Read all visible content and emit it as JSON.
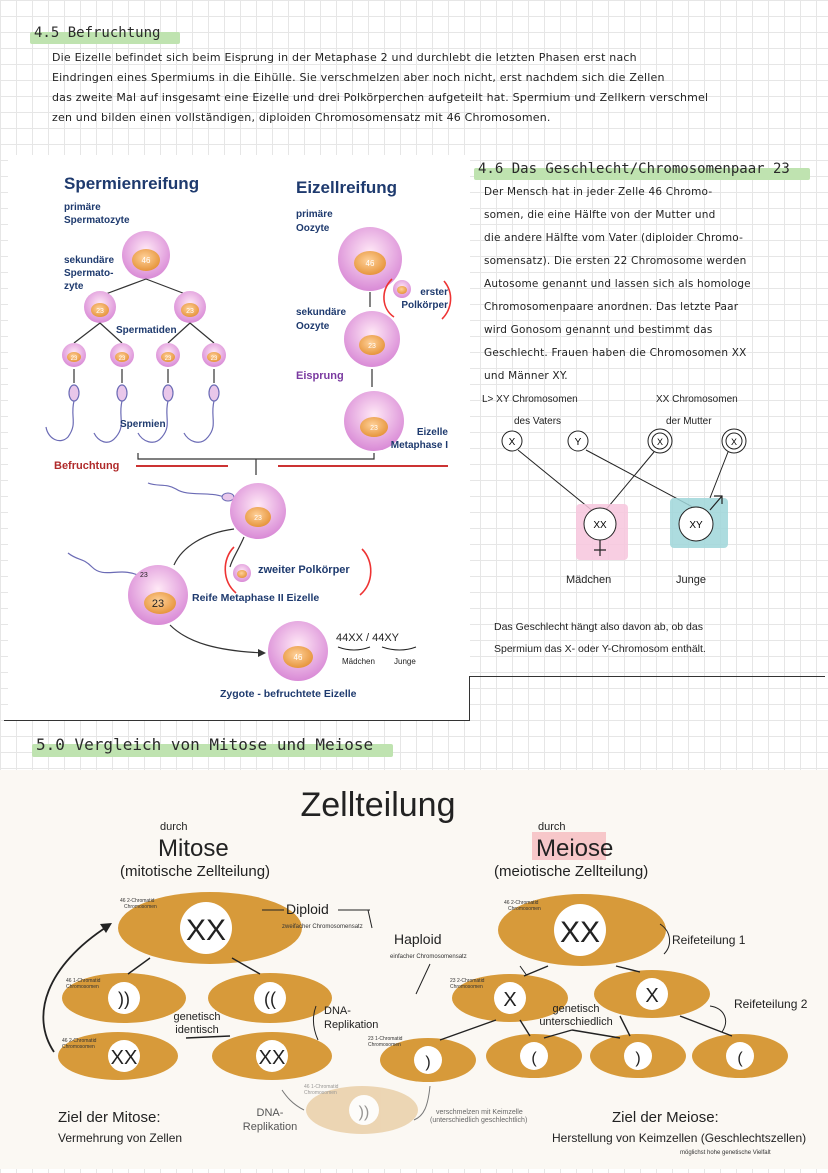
{
  "sec45": {
    "heading": "4.5 Befruchtung",
    "lines": [
      "Die Eizelle befindet sich beim Eisprung in der Metaphase 2 und durchlebt die letzten Phasen erst nach",
      "Eindringen eines Spermiums in die Eihülle. Sie verschmelzen aber noch nicht, erst nachdem sich die Zellen",
      "das zweite Mal auf insgesamt eine Eizelle und drei Polkörperchen aufgeteilt hat. Spermium und Zellkern verschmel",
      "zen und bilden einen vollständigen, diploiden Chromosomensatz mit 46 Chromosomen."
    ]
  },
  "fig1": {
    "sperm_title": "Spermienreifung",
    "egg_title": "Eizellreifung",
    "primary_sperm": [
      "primäre",
      "Spermatozyte"
    ],
    "secondary_sperm": [
      "sekundäre",
      "Spermato-",
      "zyte"
    ],
    "spermatids": "Spermatiden",
    "sperms": "Spermien",
    "primary_egg": [
      "primäre",
      "Oozyte"
    ],
    "first_polar": [
      "erster",
      "Polkörper"
    ],
    "secondary_egg": [
      "sekundäre",
      "Oozyte"
    ],
    "ovulation": "Eisprung",
    "egg_meta": [
      "Eizelle",
      "Metaphase I"
    ],
    "fertilization": "Befruchtung",
    "second_polar": "zweiter Polkörper",
    "mature_egg": "Reife Metaphase II Eizelle",
    "zygote": "Zygote - befruchtete Eizelle",
    "n46": "46",
    "n23": "23",
    "note_karyo": "44XX / 44XY",
    "note_girl": "Mädchen",
    "note_boy": "Junge"
  },
  "sec46": {
    "heading": "4.6 Das Geschlecht/Chromosomenpaar 23",
    "lines": [
      "Der Mensch hat in jeder Zelle 46 Chromo-",
      "somen, die eine Hälfte von der Mutter und",
      "die andere Hälfte vom Vater (diploider Chromo-",
      "somensatz). Die ersten 22 Chromosome werden",
      "Autosome genannt und lassen sich als homologe",
      "Chromosomenpaare anordnen. Das letzte Paar",
      "wird Gonosom genannt und bestimmt das",
      "Geschlecht. Frauen haben die Chromosomen XX",
      "und Männer XY."
    ],
    "xy_label": "L> XY Chromosomen",
    "of_father": "des Vaters",
    "xx_label": "XX Chromosomen",
    "of_mother": "der Mutter",
    "x": "X",
    "y": "Y",
    "girl_geno": "XX",
    "boy_geno": "XY",
    "girl": "Mädchen",
    "boy": "Junge",
    "summary": [
      "Das Geschlecht hängt also davon ab, ob das",
      "Spermium das X- oder Y-Chromosom enthält."
    ],
    "colors": {
      "girl": "#f7c6dd",
      "boy": "#9fd6d9"
    }
  },
  "sec50": {
    "heading": "5.0 Vergleich von Mitose und Meiose"
  },
  "fig2": {
    "title": "Zellteilung",
    "durch": "durch",
    "mitosis": "Mitose",
    "mitosis_sub": "(mitotische Zellteilung)",
    "meiosis": "Meiose",
    "meiosis_sub": "(meiotische Zellteilung)",
    "diploid": "Diploid",
    "diploid_sub": "zweifacher Chromosomensatz",
    "haploid": "Haploid",
    "haploid_sub": "einfacher Chromosomensatz",
    "genetic_identical": [
      "genetisch",
      "identisch"
    ],
    "genetic_different": [
      "genetisch",
      "unterschiedlich"
    ],
    "dna_replication": [
      "DNA-",
      "Replikation"
    ],
    "meiosis1": "Reifeteilung 1",
    "meiosis2": "Reifeteilung 2",
    "goal_mitosis": "Ziel der Mitose:",
    "goal_mitosis_sub": "Vermehrung von Zellen",
    "goal_meiosis": "Ziel der Meiose:",
    "goal_meiosis_sub": "Herstellung von Keimzellen (Geschlechtszellen)",
    "goal_meiosis_small": "möglichst hohe genetische Vielfalt",
    "fuse_note": [
      "verschmelzen mit Keimzelle",
      "(unterschiedlich geschlechtlich)"
    ],
    "chrom462": [
      "46 2-Chromatid",
      "Chromosomen"
    ],
    "chrom461": [
      "46 1-Chromatid",
      "Chromosomen"
    ],
    "chrom232": [
      "23 2-Chromatid",
      "Chromosomen"
    ],
    "chrom231": [
      "23 1-Chromatid",
      "Chromosomen"
    ],
    "glyph_xx": "XX",
    "glyph_x": "X",
    "glyph_pair": "))",
    "glyph_pair_l": "((",
    "glyph_r": ")",
    "glyph_l": "(",
    "colors": {
      "cell": "#d79a3a",
      "cell_dark": "#b97d22",
      "cell_light": "#e3bf8a",
      "nucleus": "#ffffff"
    }
  }
}
